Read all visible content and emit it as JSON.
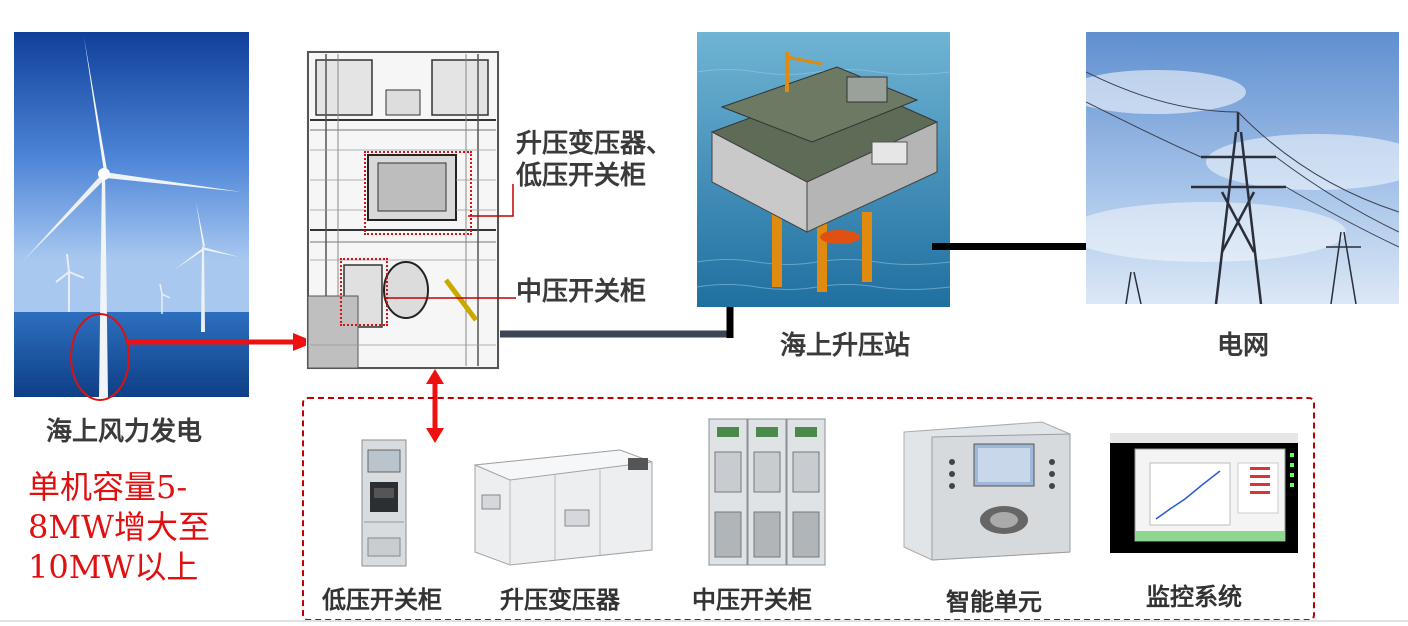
{
  "labels": {
    "wind": "海上风力发电",
    "capacity_line1": "单机容量5-",
    "capacity_line2": "8MW增大至",
    "capacity_line3": "10MW以上",
    "callout_transformer_line1": "升压变压器、",
    "callout_transformer_line2": "低压开关柜",
    "callout_mv": "中压开关柜",
    "substation": "海上升压站",
    "grid": "电网"
  },
  "equipment": [
    {
      "label": "低压开关柜"
    },
    {
      "label": "升压变压器"
    },
    {
      "label": "中压开关柜"
    },
    {
      "label": "智能单元"
    },
    {
      "label": "监控系统"
    }
  ],
  "colors": {
    "accent_red": "#e01010",
    "dark_line": "#3d4556",
    "label_gray": "#3a3a3a"
  }
}
